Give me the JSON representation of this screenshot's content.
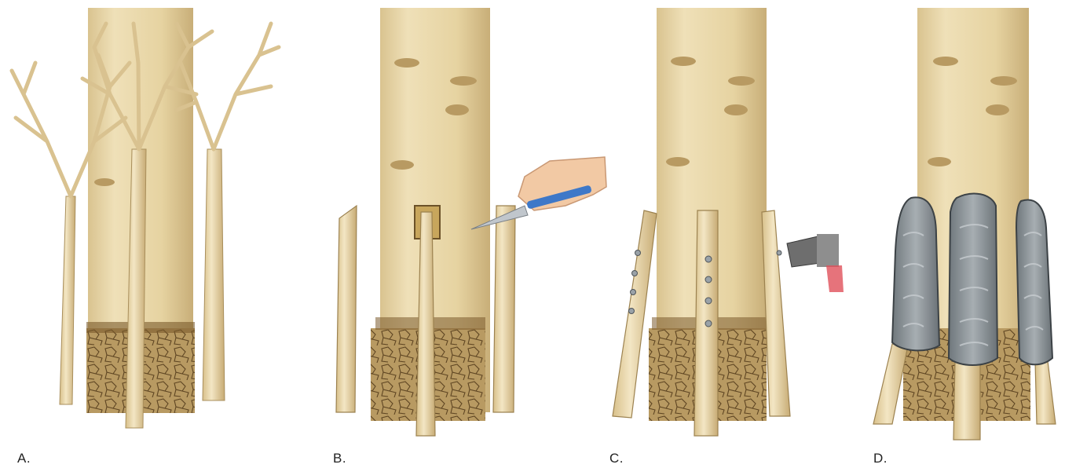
{
  "figure": {
    "panels": [
      {
        "label": "A."
      },
      {
        "label": "B."
      },
      {
        "label": "C."
      },
      {
        "label": "D."
      }
    ],
    "colors": {
      "bark": "#e8d6a6",
      "bark_shade": "#c9b07a",
      "bark_dark": "#8a6b3a",
      "root_zone": "#b29660",
      "root_lines": "#6b5128",
      "soil_band": "#7a5a2c",
      "wound_dressing": "#8c9498",
      "wound_dressing_dark": "#4e5459",
      "nail": "#9aa2a8",
      "hammer_head": "#6e6e6e",
      "knife_handle": "#3e78c8",
      "skin": "#f2c9a4"
    },
    "icons": [
      "hand-icon",
      "knife-icon",
      "hammer-icon",
      "nail-icon"
    ]
  }
}
